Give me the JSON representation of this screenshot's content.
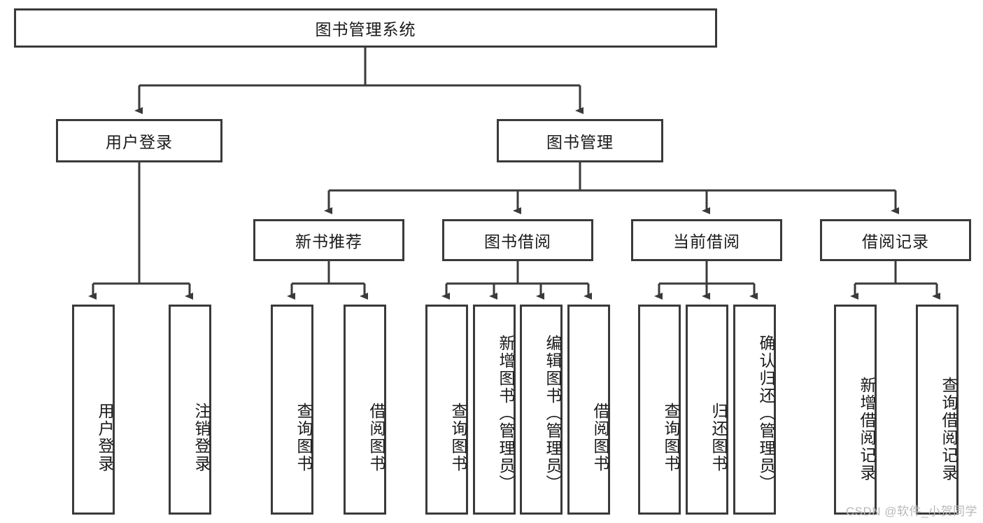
{
  "diagram": {
    "title_node": {
      "label": "图书管理系统"
    },
    "level2": [
      {
        "label": "用户登录"
      },
      {
        "label": "图书管理"
      }
    ],
    "level3": [
      {
        "label": "新书推荐"
      },
      {
        "label": "图书借阅"
      },
      {
        "label": "当前借阅"
      },
      {
        "label": "借阅记录"
      }
    ],
    "leaves": {
      "user_login": [
        {
          "label": "用户登录"
        },
        {
          "label": "注销登录"
        }
      ],
      "new_book": [
        {
          "label": "查询图书"
        },
        {
          "label": "借阅图书"
        }
      ],
      "borrow_book": [
        {
          "label": "查询图书"
        },
        {
          "label": "新增图书（管理员）"
        },
        {
          "label": "编辑图书（管理员）"
        },
        {
          "label": "借阅图书"
        }
      ],
      "current_borrow": [
        {
          "label": "查询图书"
        },
        {
          "label": "归还图书"
        },
        {
          "label": "确认归还（管理员）"
        }
      ],
      "borrow_record": [
        {
          "label": "新增借阅记录"
        },
        {
          "label": "查询借阅记录"
        }
      ]
    }
  },
  "watermark": {
    "text": "CSDN @软件_小贺同学"
  },
  "colors": {
    "border": "#3a3a3a",
    "text": "#1a1a1a",
    "background": "#ffffff",
    "watermark": "#b9b9b9"
  }
}
